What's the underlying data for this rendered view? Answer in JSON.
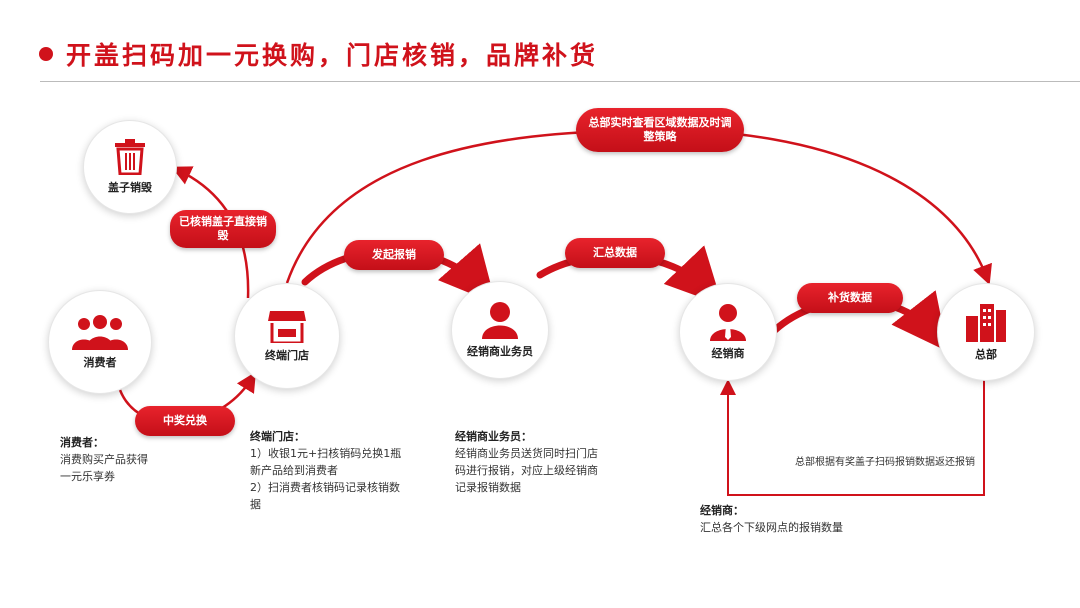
{
  "title": "开盖扫码加一元换购，门店核销，品牌补货",
  "nodes": {
    "cap_destroy": {
      "label": "盖子销毁",
      "icon": "trash-icon"
    },
    "consumer": {
      "label": "消费者",
      "icon": "people-icon"
    },
    "store": {
      "label": "终端门店",
      "icon": "store-icon"
    },
    "salesman": {
      "label": "经销商业务员",
      "icon": "person-icon"
    },
    "dealer": {
      "label": "经销商",
      "icon": "businessman-icon"
    },
    "hq": {
      "label": "总部",
      "icon": "buildings-icon"
    }
  },
  "pills": {
    "destroy": "已核销盖子直接销毁",
    "redeem": "中奖兑换",
    "initiate": "发起报销",
    "summary": "汇总数据",
    "restock": "补货数据",
    "hq_monitor": "总部实时查看区域数据及时调整策略"
  },
  "feedback_note": "总部根据有奖盖子扫码报销数据返还报销",
  "descriptions": {
    "consumer": {
      "heading": "消费者：",
      "lines": [
        "消费购买产品获得",
        "一元乐享券"
      ]
    },
    "store": {
      "heading": "终端门店：",
      "lines": [
        "1）收银1元+扫核销码兑换1瓶",
        "新产品给到消费者",
        "2）扫消费者核销码记录核销数",
        "据"
      ]
    },
    "salesman": {
      "heading": "经销商业务员：",
      "lines": [
        "经销商业务员送货同时扫门店",
        "码进行报销，对应上级经销商",
        "记录报销数据"
      ]
    },
    "dealer": {
      "heading": "经销商：",
      "lines": [
        "汇总各个下级网点的报销数量"
      ]
    }
  },
  "colors": {
    "accent": "#d0121b"
  }
}
